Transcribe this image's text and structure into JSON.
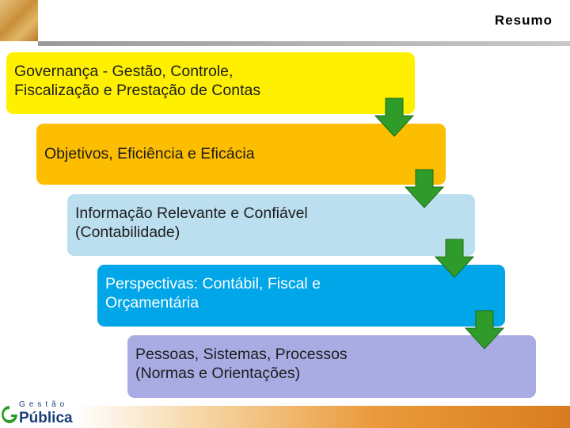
{
  "header": {
    "title": "Resumo"
  },
  "steps": [
    {
      "line1": "Governança - Gestão, Controle,",
      "line2": "Fiscalização e Prestação de Contas"
    },
    {
      "line1": "Objetivos, Eficiência e Eficácia",
      "line2": ""
    },
    {
      "line1": "Informação Relevante e Confiável",
      "line2": "(Contabilidade)"
    },
    {
      "line1": "Perspectivas: Contábil, Fiscal e",
      "line2": "Orçamentária"
    },
    {
      "line1": "Pessoas, Sistemas, Processos",
      "line2": "(Normas e Orientações)"
    }
  ],
  "colors": {
    "step1": "#fff000",
    "step2": "#fdbd00",
    "step3": "#bcdff0",
    "step4": "#00a6e8",
    "step5": "#a9abe3",
    "arrow": "#2f9c2a"
  },
  "icons": [
    "down-arrow-icon",
    "logo-icon"
  ],
  "logo": {
    "top_text": "Gestão",
    "main_text": "Pública"
  }
}
